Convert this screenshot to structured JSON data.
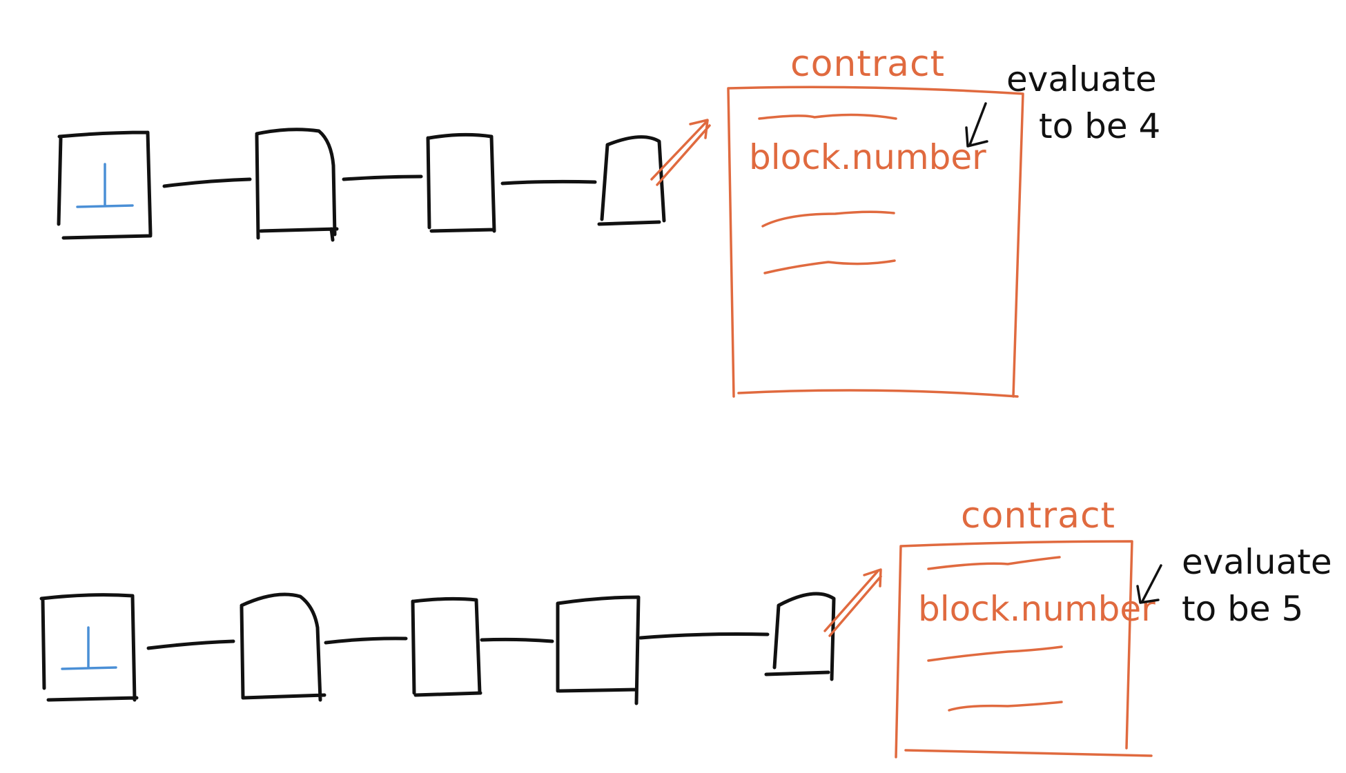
{
  "colors": {
    "ink": "#111111",
    "accent_orange": "#e06a3f",
    "genesis_blue": "#4a8fd6"
  },
  "scenarios": [
    {
      "contract_label": "contract",
      "code_line": "block.number",
      "annotation_line1": "evaluate",
      "annotation_line2": "to be 4"
    },
    {
      "contract_label": "contract",
      "code_line": "block.number",
      "annotation_line1": "evaluate",
      "annotation_line2": "to be 5"
    }
  ]
}
